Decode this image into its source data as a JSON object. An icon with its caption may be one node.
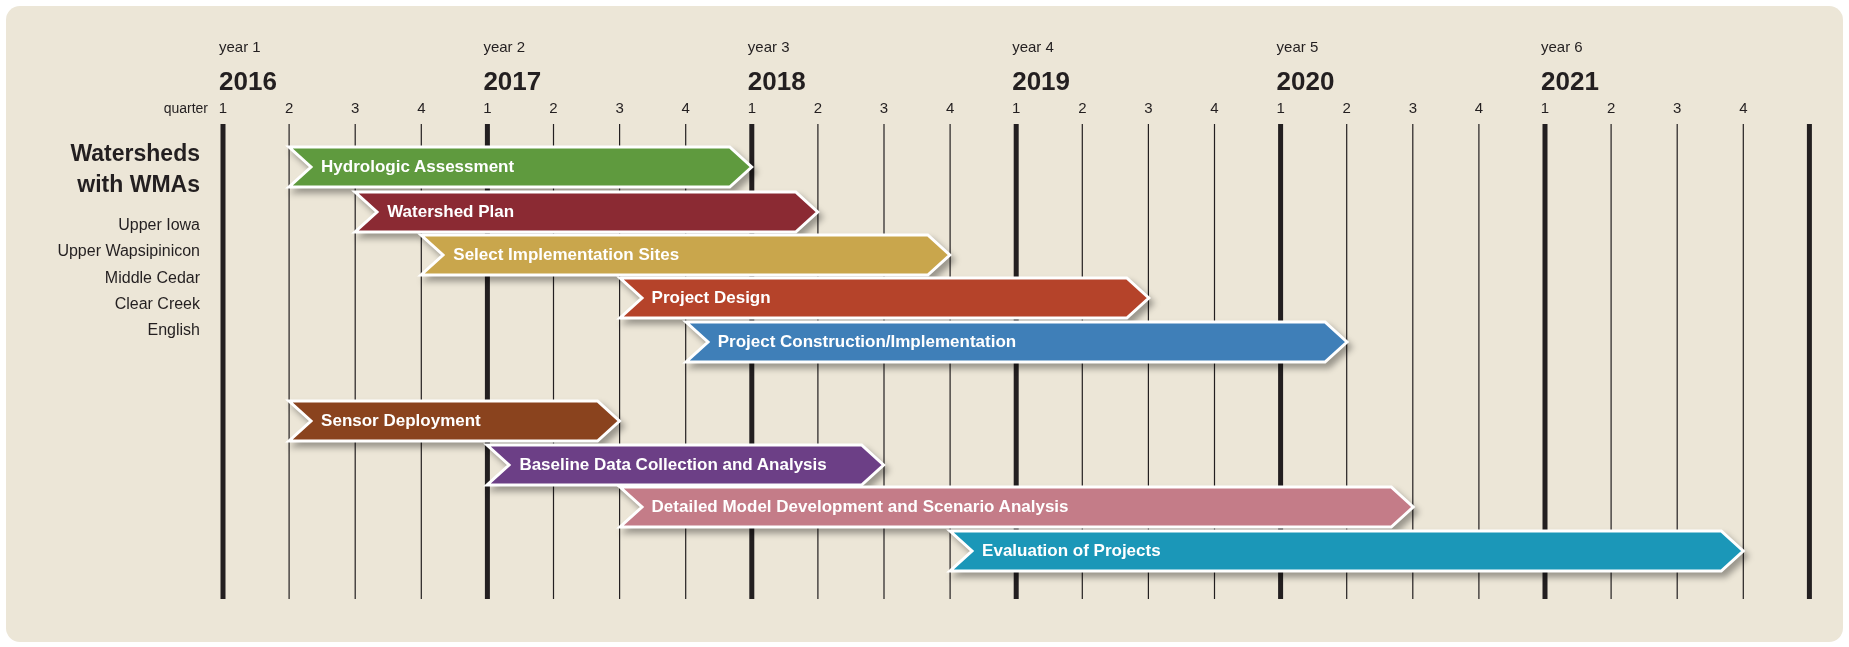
{
  "diagram": {
    "nodes": [
      {
        "text": [
          "Hydrologic Assessment"
        ]
      },
      {
        "text": [
          "Watershed Plan"
        ]
      },
      {
        "text": [
          "Select Implementation Sites"
        ]
      },
      {
        "text": [
          "Project Design"
        ]
      },
      {
        "text": [
          "Project Construction/Implementation"
        ]
      },
      {
        "text": [
          "Sensor Deployment"
        ]
      },
      {
        "text": [
          "Baseline Data Collection and Analysis"
        ]
      },
      {
        "text": [
          "Detailed Model Development and Scenario Analysis"
        ]
      },
      {
        "text": [
          "Evaluation of Projects"
        ]
      }
    ],
    "edges": [],
    "labels": [
      "year 1",
      "year 2",
      "year 3",
      "year 4",
      "year 5",
      "year 6",
      "2016",
      "2017",
      "2018",
      "2019",
      "2020",
      "2021",
      "quarter",
      "1",
      "2",
      "3",
      "4",
      "1",
      "2",
      "3",
      "4",
      "1",
      "2",
      "3",
      "4",
      "1",
      "2",
      "3",
      "4",
      "1",
      "2",
      "3",
      "4",
      "1",
      "2",
      "3",
      "4",
      "Watersheds with WMAs",
      "Upper Iowa",
      "Upper Wapsipinicon",
      "Middle Cedar",
      "Clear Creek",
      "English"
    ]
  }
}
